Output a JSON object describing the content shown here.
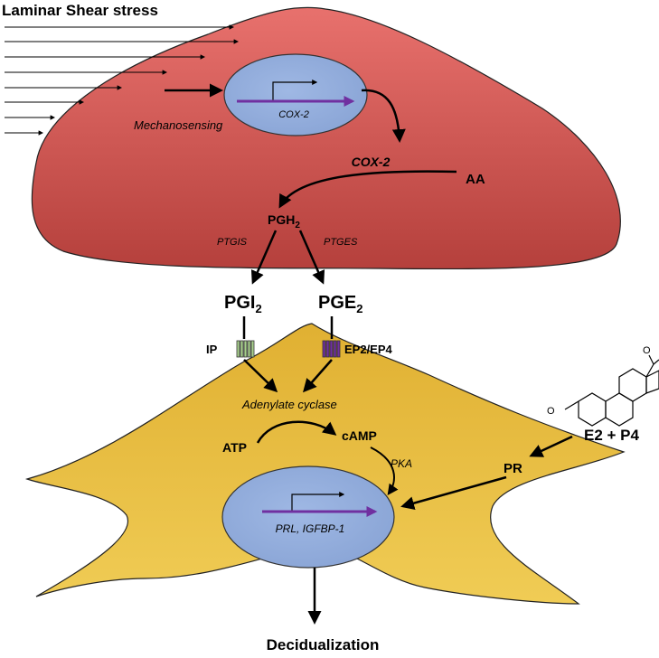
{
  "diagram": {
    "title": "Laminar Shear stress",
    "endothelial_cell": {
      "mechanosensing": "Mechanosensing",
      "nucleus_gene": "COX-2",
      "enzyme": "COX-2",
      "substrate": "AA",
      "intermediate_main": "PGH",
      "intermediate_sub": "2",
      "synthase_left": "PTGIS",
      "synthase_right": "PTGES",
      "fill_color": "#c0504d"
    },
    "prostaglandins": {
      "pgi_main": "PGI",
      "pgi_sub": "2",
      "pge_main": "PGE",
      "pge_sub": "2"
    },
    "stromal_cell": {
      "receptor_left": "IP",
      "receptor_right": "EP2/EP4",
      "cyclase": "Adenylate cyclase",
      "atp": "ATP",
      "camp": "cAMP",
      "pka": "PKA",
      "hormones": "E2 + P4",
      "pr": "PR",
      "nucleus_genes": "PRL, IGFBP-1",
      "fill_color": "#e6b83a"
    },
    "outcome": "Decidualization",
    "colors": {
      "nucleus": "#8faadc",
      "gene_arrow": "#7030a0",
      "ip_receptor": "#a9d18e",
      "ep_receptor": "#7030a0"
    }
  }
}
